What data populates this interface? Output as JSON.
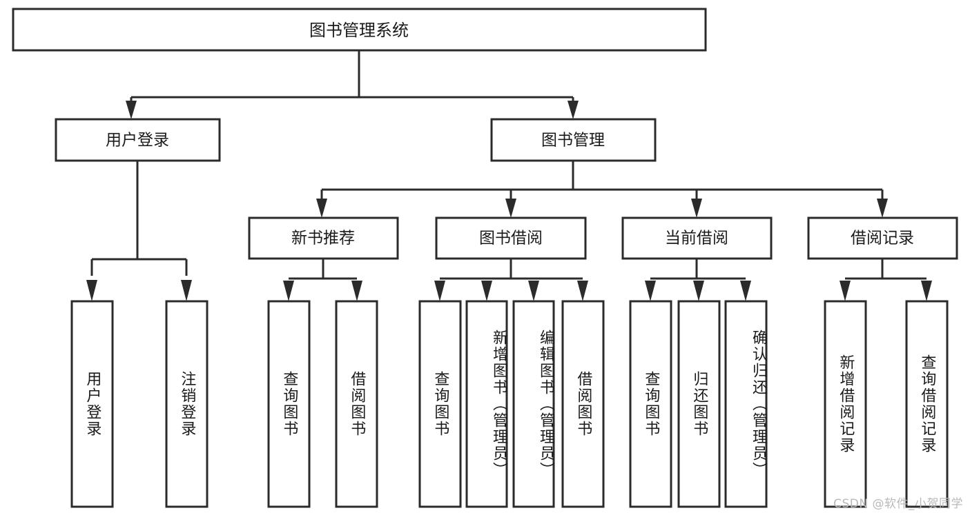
{
  "diagram": {
    "type": "tree",
    "title": "图书管理系统",
    "orientation": "top-down",
    "colors": {
      "box_fill": "#ffffff",
      "box_stroke": "#2b2b2b",
      "text": "#1a1a1a",
      "background": "#ffffff",
      "watermark": "#b9b9b9"
    },
    "root": {
      "label": "图书管理系统"
    },
    "level1": [
      {
        "label": "用户登录"
      },
      {
        "label": "图书管理"
      }
    ],
    "level2": [
      {
        "label": "新书推荐"
      },
      {
        "label": "图书借阅"
      },
      {
        "label": "当前借阅"
      },
      {
        "label": "借阅记录"
      }
    ],
    "leaves": {
      "user_login": [
        {
          "label": "用户登录"
        },
        {
          "label": "注销登录"
        }
      ],
      "new_book_recommend": [
        {
          "label": "查询图书"
        },
        {
          "label": "借阅图书"
        }
      ],
      "book_borrow": [
        {
          "label": "查询图书"
        },
        {
          "label": "新增图书（管理员）"
        },
        {
          "label": "编辑图书（管理员）"
        },
        {
          "label": "借阅图书"
        }
      ],
      "current_borrow": [
        {
          "label": "查询图书"
        },
        {
          "label": "归还图书"
        },
        {
          "label": "确认归还（管理员）"
        }
      ],
      "borrow_record": [
        {
          "label": "新增借阅记录"
        },
        {
          "label": "查询借阅记录"
        }
      ]
    }
  },
  "watermark": {
    "text": "CSDN @软件_小贺同学"
  }
}
